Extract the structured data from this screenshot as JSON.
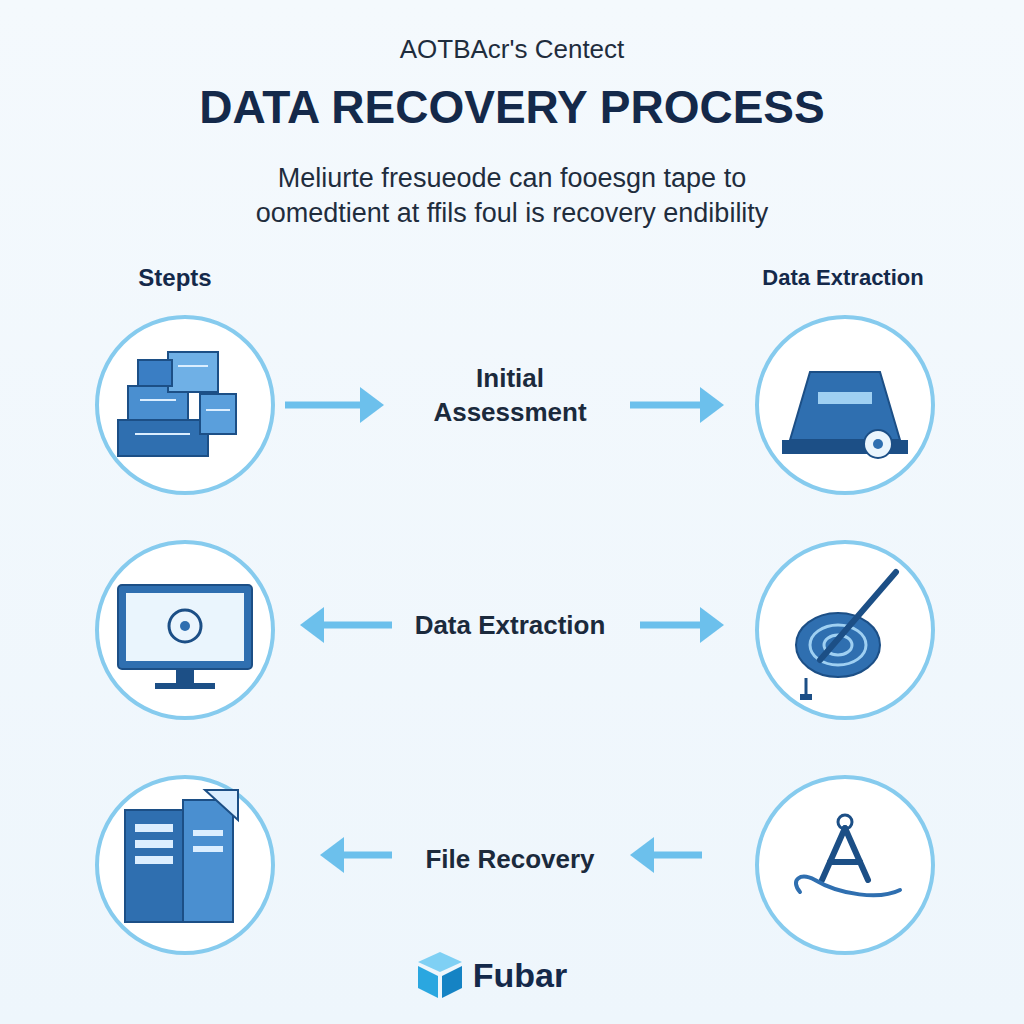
{
  "diagram": {
    "title": "DATA RECOVERY PROCESS",
    "labels": [
      "AOTBAcr's Centect",
      "Meliurte fresueode can fooesgn tape to oomedtient at ffils foul is recovery endibility",
      "Stepts",
      "Data Extraction",
      "Initial Assessment",
      "Data Extraction",
      "File Recovery",
      "Fubar"
    ]
  }
}
